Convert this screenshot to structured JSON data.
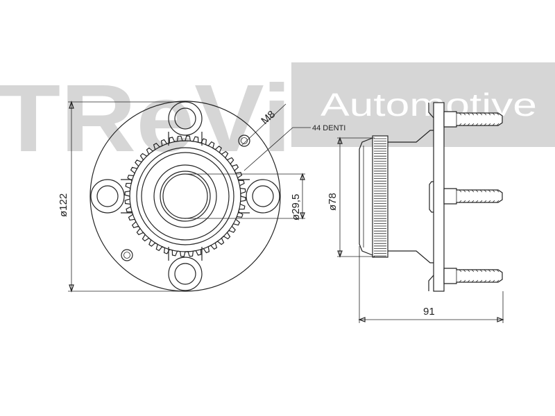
{
  "watermark": {
    "brand": "TReVi",
    "tagline": "Automotive"
  },
  "labels": {
    "thread": "M8",
    "teeth": "44 DENTI",
    "flange_diameter": "ø122",
    "bore_diameter": "ø29,5",
    "ring_diameter": "ø78",
    "width": "91"
  },
  "colors": {
    "line": "#222222",
    "watermark_gray": "#d6d6d6",
    "watermark_white": "#ffffff"
  }
}
